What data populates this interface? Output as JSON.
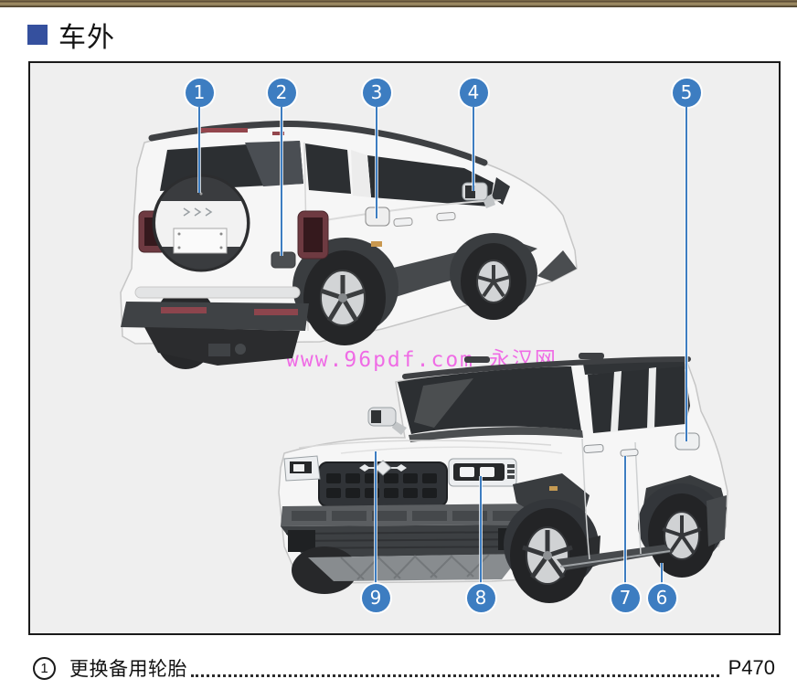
{
  "header": {
    "title": "车外"
  },
  "watermark": "www.96pdf.com 永汉网",
  "diagram": {
    "accent_color": "#3d7dc1",
    "callouts": [
      {
        "n": "1"
      },
      {
        "n": "2"
      },
      {
        "n": "3"
      },
      {
        "n": "4"
      },
      {
        "n": "5"
      },
      {
        "n": "6"
      },
      {
        "n": "7"
      },
      {
        "n": "8"
      },
      {
        "n": "9"
      }
    ]
  },
  "index": {
    "items": [
      {
        "num": "1",
        "label": "更换备用轮胎",
        "page_ref": "P470"
      }
    ]
  },
  "colors": {
    "header_bullet": "#35509e",
    "callout_blue": "#3d7dc1",
    "watermark_pink": "#f05ae4",
    "panel_background": "#efefef"
  }
}
